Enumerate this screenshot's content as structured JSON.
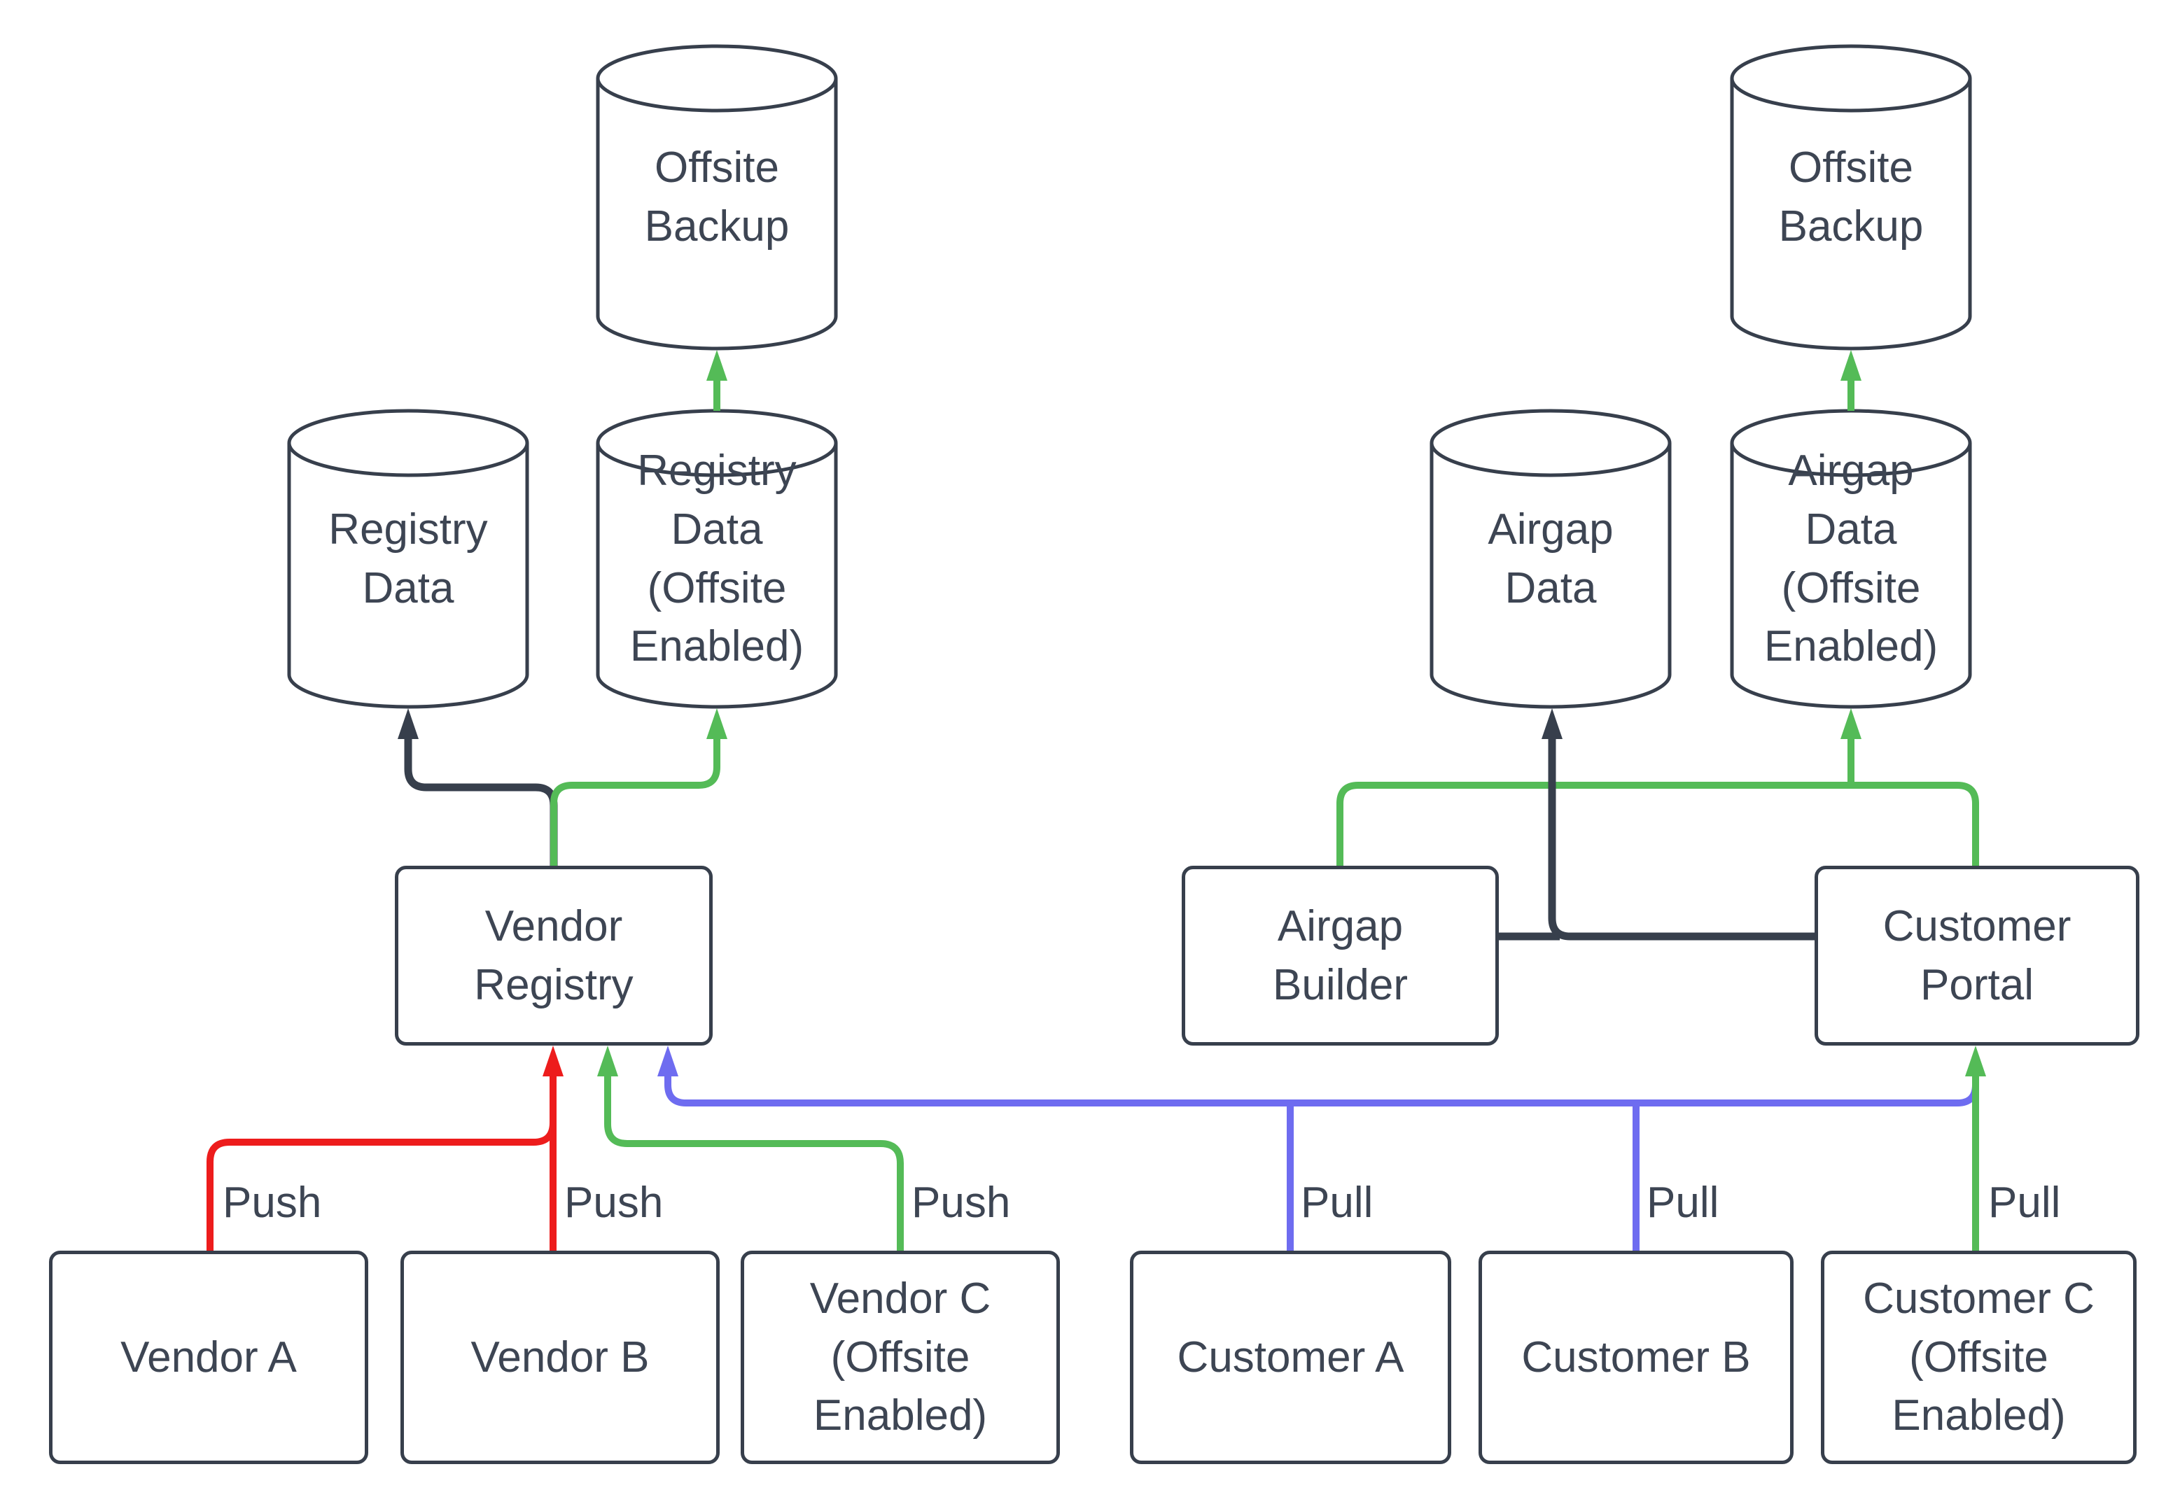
{
  "diagram": {
    "colors": {
      "dark": "#373f4c",
      "green": "#54bb57",
      "red": "#ed1c1c",
      "blue": "#6e6cf0",
      "text": "#3d4553",
      "fill": "#ffffff"
    },
    "cylinders": {
      "offsite_backup_left": {
        "label": "Offsite\nBackup"
      },
      "registry_data": {
        "label": "Registry\nData"
      },
      "registry_data_offsite": {
        "label": "Registry\nData\n(Offsite\nEnabled)"
      },
      "offsite_backup_right": {
        "label": "Offsite\nBackup"
      },
      "airgap_data": {
        "label": "Airgap\nData"
      },
      "airgap_data_offsite": {
        "label": "Airgap\nData\n(Offsite\nEnabled)"
      }
    },
    "boxes": {
      "vendor_registry": {
        "label": "Vendor\nRegistry"
      },
      "airgap_builder": {
        "label": "Airgap\nBuilder"
      },
      "customer_portal": {
        "label": "Customer\nPortal"
      },
      "vendor_a": {
        "label": "Vendor A"
      },
      "vendor_b": {
        "label": "Vendor B"
      },
      "vendor_c": {
        "label": "Vendor C\n(Offsite\nEnabled)"
      },
      "customer_a": {
        "label": "Customer A"
      },
      "customer_b": {
        "label": "Customer B"
      },
      "customer_c": {
        "label": "Customer C\n(Offsite\nEnabled)"
      }
    },
    "edge_labels": {
      "push_a": "Push",
      "push_b": "Push",
      "push_c": "Push",
      "pull_a": "Pull",
      "pull_b": "Pull",
      "pull_c": "Pull"
    }
  }
}
